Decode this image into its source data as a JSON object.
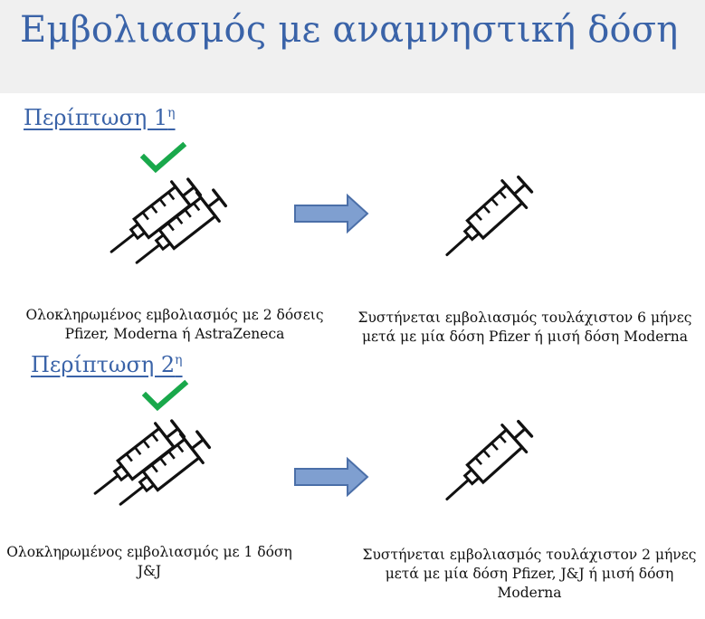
{
  "title": "Εμβολιασμός με αναμνηστική δόση",
  "cases": [
    {
      "heading": "Περίπτωση 1",
      "heading_sup": "η",
      "left_caption": "Ολοκληρωμένος εμβολιασμός με 2 δόσεις Pfizer, Moderna ή AstraZeneca",
      "right_caption": "Συστήνεται εμβολιασμός τουλάχιστον 6 μήνες μετά με μία δόση Pfizer ή μισή δόση Moderna"
    },
    {
      "heading": "Περίπτωση 2",
      "heading_sup": "η",
      "left_caption": "Ολοκληρωμένος εμβολιασμός με 1 δόση J&J",
      "right_caption": "Συστήνεται εμβολιασμός τουλάχιστον 2 μήνες μετά με μία δόση Pfizer, J&J ή μισή δόση Moderna"
    }
  ],
  "colors": {
    "title": "#3a63a8",
    "check": "#19a84b",
    "arrow_fill": "#7f9fd0",
    "arrow_stroke": "#4b6fa8",
    "icon": "#111111",
    "header_bg": "#f0f0f0"
  },
  "icons": [
    "syringe-icon",
    "checkmark-icon",
    "right-arrow-icon"
  ]
}
